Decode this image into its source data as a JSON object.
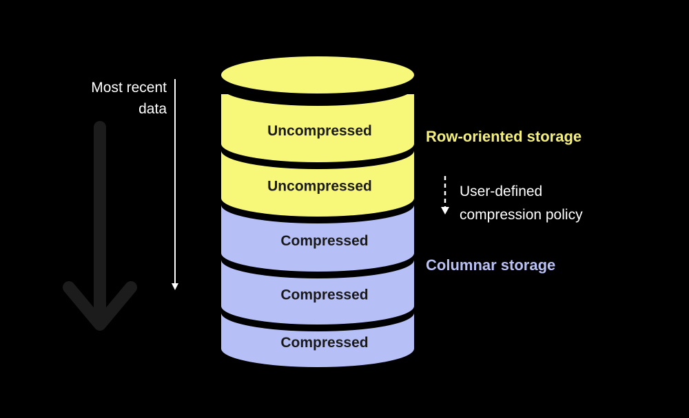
{
  "recency_label": [
    "Most recent",
    "data"
  ],
  "segments": [
    {
      "label": "Uncompressed",
      "kind": "row"
    },
    {
      "label": "Uncompressed",
      "kind": "row"
    },
    {
      "label": "Compressed",
      "kind": "columnar"
    },
    {
      "label": "Compressed",
      "kind": "columnar"
    },
    {
      "label": "Compressed",
      "kind": "columnar"
    }
  ],
  "row_storage_label": "Row-oriented storage",
  "columnar_storage_label": "Columnar storage",
  "policy_label": [
    "User-defined",
    "compression policy"
  ],
  "colors": {
    "background": "#000000",
    "row": "#f7f77a",
    "columnar": "#b6bff6",
    "row_text": "#f4f07a",
    "columnar_text": "#b9c1f5",
    "arrow_dark": "#1c1c1c",
    "white": "#ffffff"
  }
}
